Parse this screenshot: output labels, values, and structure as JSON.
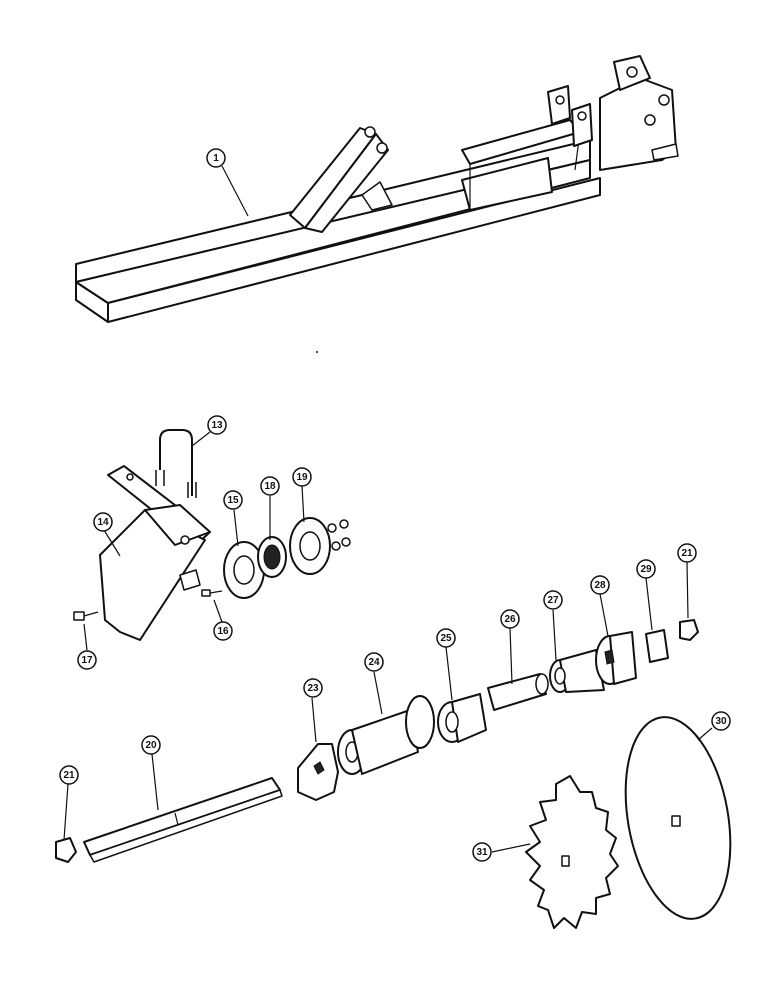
{
  "diagram": {
    "callouts": [
      {
        "key": "c1",
        "label": "1"
      },
      {
        "key": "c13",
        "label": "13"
      },
      {
        "key": "c14",
        "label": "14"
      },
      {
        "key": "c15",
        "label": "15"
      },
      {
        "key": "c16",
        "label": "16"
      },
      {
        "key": "c17",
        "label": "17"
      },
      {
        "key": "c18",
        "label": "18"
      },
      {
        "key": "c19",
        "label": "19"
      },
      {
        "key": "c20",
        "label": "20"
      },
      {
        "key": "c21a",
        "label": "21"
      },
      {
        "key": "c21b",
        "label": "21"
      },
      {
        "key": "c23",
        "label": "23"
      },
      {
        "key": "c24",
        "label": "24"
      },
      {
        "key": "c25",
        "label": "25"
      },
      {
        "key": "c26",
        "label": "26"
      },
      {
        "key": "c27",
        "label": "27"
      },
      {
        "key": "c28",
        "label": "28"
      },
      {
        "key": "c29",
        "label": "29"
      },
      {
        "key": "c30",
        "label": "30"
      },
      {
        "key": "c31",
        "label": "31"
      }
    ]
  }
}
